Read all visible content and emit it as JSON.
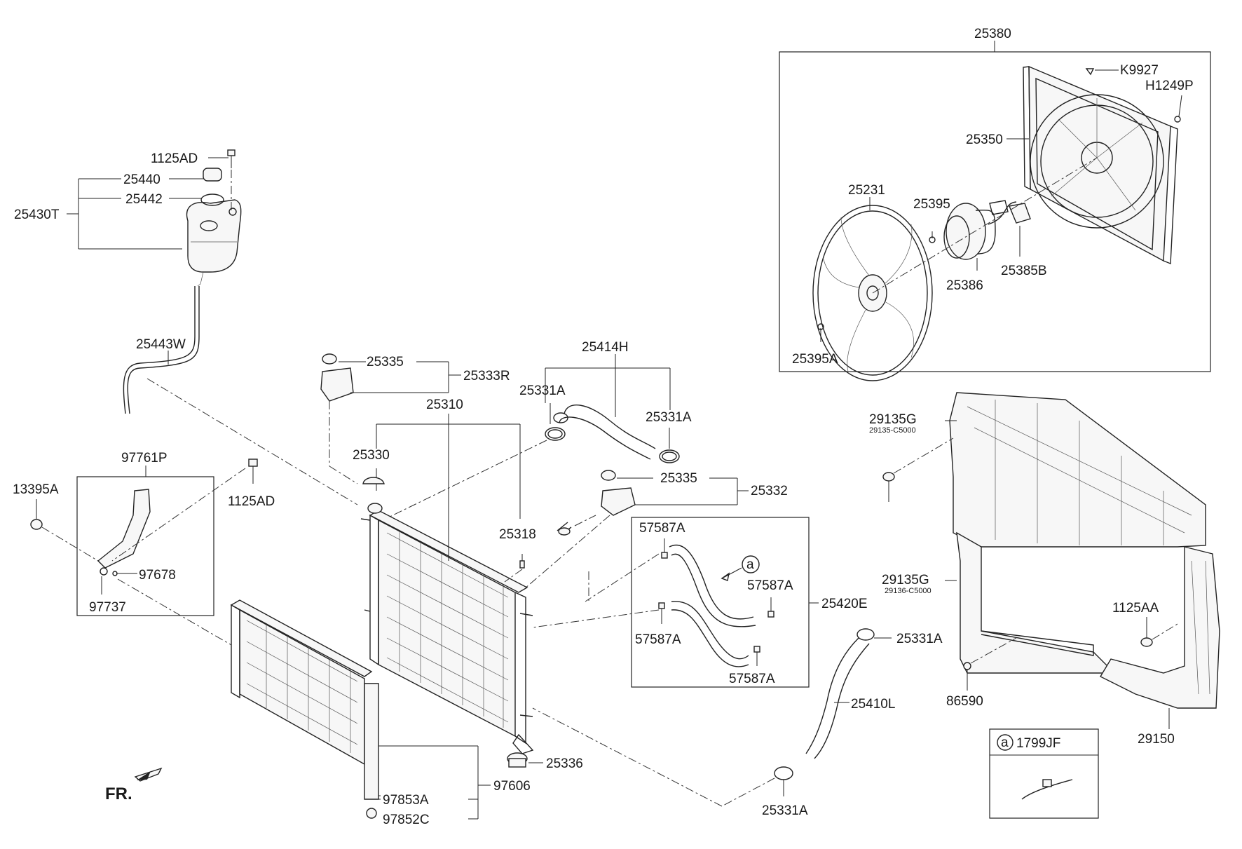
{
  "labels": {
    "p25380": "25380",
    "pK9927": "K9927",
    "pH1249P": "H1249P",
    "p25350": "25350",
    "p25231": "25231",
    "p25395": "25395",
    "p25386": "25386",
    "p25385B": "25385B",
    "p25395A": "25395A",
    "p1125AD_top": "1125AD",
    "p25440": "25440",
    "p25442": "25442",
    "p25430T": "25430T",
    "p25443W": "25443W",
    "p25335_top": "25335",
    "p25333R": "25333R",
    "p25414H": "25414H",
    "p25331A_1": "25331A",
    "p25331A_2": "25331A",
    "p25310": "25310",
    "p25330": "25330",
    "p25335_mid": "25335",
    "p25332": "25332",
    "p25318": "25318",
    "p97761P": "97761P",
    "p13395A": "13395A",
    "p1125AD_mid": "1125AD",
    "p97678": "97678",
    "p97737": "97737",
    "p57587A_1": "57587A",
    "p57587A_2": "57587A",
    "p57587A_3": "57587A",
    "p57587A_4": "57587A",
    "p25420E": "25420E",
    "p29135G_1": "29135G",
    "p29135G_1sub": "29135-C5000",
    "p29135G_2": "29135G",
    "p29135G_2sub": "29136-C5000",
    "p25331A_3": "25331A",
    "p1125AA": "1125AA",
    "p86590": "86590",
    "p25410L": "25410L",
    "p29150": "29150",
    "p25336": "25336",
    "p97606": "97606",
    "p97853A": "97853A",
    "p97852C": "97852C",
    "p25331A_4": "25331A",
    "p1799JF": "1799JF",
    "fr": "FR.",
    "callout_a": "a",
    "callout_a2": "a"
  }
}
